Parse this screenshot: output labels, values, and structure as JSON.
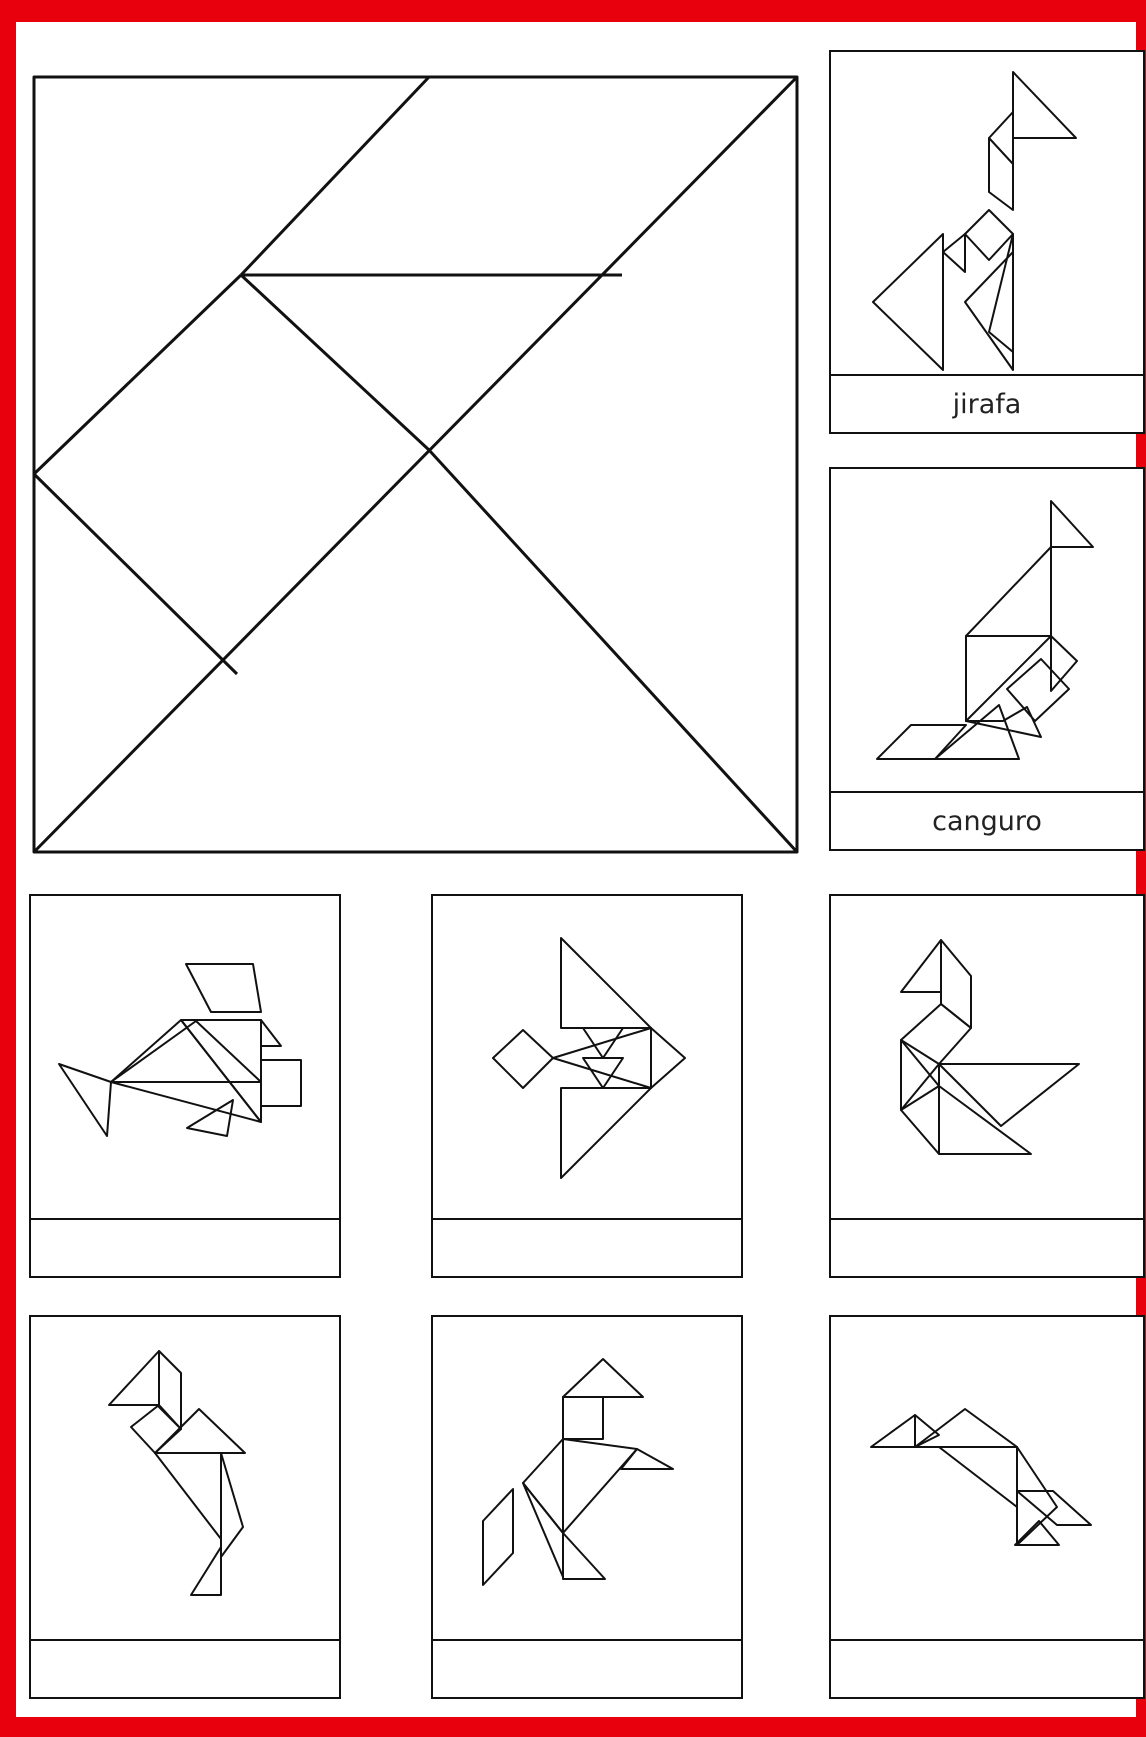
{
  "frame_color": "#e8000d",
  "line_color": "#111111",
  "tangram_square": {
    "name": "tangram-reference-square"
  },
  "labeled_cards": [
    {
      "id": "jirafa",
      "label": "jirafa"
    },
    {
      "id": "canguro",
      "label": "canguro"
    }
  ],
  "unlabeled_cards": [
    {
      "id": "figure-rabbit",
      "label": ""
    },
    {
      "id": "figure-fish",
      "label": ""
    },
    {
      "id": "figure-swan",
      "label": ""
    },
    {
      "id": "figure-flamingo",
      "label": ""
    },
    {
      "id": "figure-horse",
      "label": ""
    },
    {
      "id": "figure-bird",
      "label": ""
    }
  ]
}
